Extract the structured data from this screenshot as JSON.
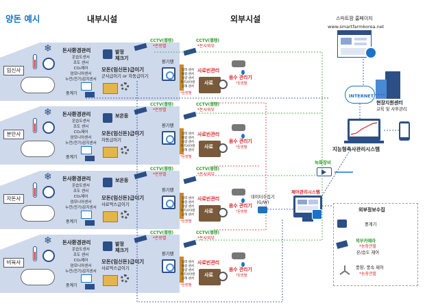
{
  "header": {
    "section_title": "양돈 예시",
    "inner_title": "내부시설",
    "outer_title": "외부시설"
  },
  "barns": [
    {
      "room": "임신사",
      "env_title": "돈사환경관리",
      "env_lines": [
        "온습도센서",
        "조도 센서",
        "CO₂제어",
        "암모니아센서",
        "누전(전기)감지센서"
      ],
      "device_title": "발정\n체크기",
      "feeder_title": "모돈(임신돈)급이기",
      "feeder_sub": "군사급이기 or 자동급이기",
      "scale": "중계기"
    },
    {
      "room": "분만사",
      "env_title": "돈사환경관리",
      "env_lines": [
        "온습도센서",
        "조도 센서",
        "CO₂제어",
        "암모니아센서",
        "누전(전기)감지센서"
      ],
      "device_title": "보온등",
      "feeder_title": "모돈(임신돈)급이기",
      "feeder_sub": "자동급이기",
      "scale": "중계기"
    },
    {
      "room": "자돈사",
      "env_title": "돈사환경관리",
      "env_lines": [
        "온습도센서",
        "조도 센서",
        "CO₂제어",
        "암모니아센서",
        "누전(전기)감지센서"
      ],
      "device_title": "보온등",
      "feeder_title": "모돈(임신돈)급이기",
      "feeder_sub": "사료먹스급이기",
      "scale": "중계기"
    },
    {
      "room": "비육사",
      "env_title": "돈사환경관리",
      "env_lines": [
        "온습도센서",
        "조도 센서",
        "CO₂제어",
        "암모니아센서",
        "누전(전기)감지센서"
      ],
      "device_title": "발정\n체크기",
      "feeder_title": "모돈(임신돈)급이기",
      "feeder_sub": "사료먹스급이기",
      "scale": "중계기"
    }
  ],
  "outer": {
    "cctv_inner": "CCTV(웹캠)",
    "cctv_inner_note": "*돈방별",
    "cctv_outer": "CCTV(웹캠)",
    "cctv_outer_note": "*돈사외부",
    "vent": "환기팬",
    "feed_mgmt": "사료빈관리",
    "bin_lines": [
      "입력 센서",
      "통합 센서",
      "용량 센서",
      "위치사이렌",
      "공해 센서"
    ],
    "bin_note": "*돈방별",
    "bin_label": "사료",
    "water_mgmt": "음수 관리기",
    "water_note": "*돈방별"
  },
  "center": {
    "recorder": "녹화장비",
    "control_system": "제어관리시스템",
    "data_collector": "데이터수집기\n(G/W)"
  },
  "right": {
    "homepage_title": "스마트팜 홈페이지",
    "homepage_url": "www.smartfarmkorea.net",
    "internet": "INTERNET",
    "support_title": "현장지원센터",
    "support_sub": "교육 및 사후관리",
    "system_title": "지능형축사관리시스템",
    "ext_title": "외부정보수집",
    "ext_items": [
      {
        "label": "중계기",
        "note": ""
      },
      {
        "label": "외부카메라",
        "note": "*농장관할",
        "sub": "온/습도 제어"
      },
      {
        "label": "풍향, 풍속 제어",
        "note": "*농장관할"
      }
    ]
  }
}
